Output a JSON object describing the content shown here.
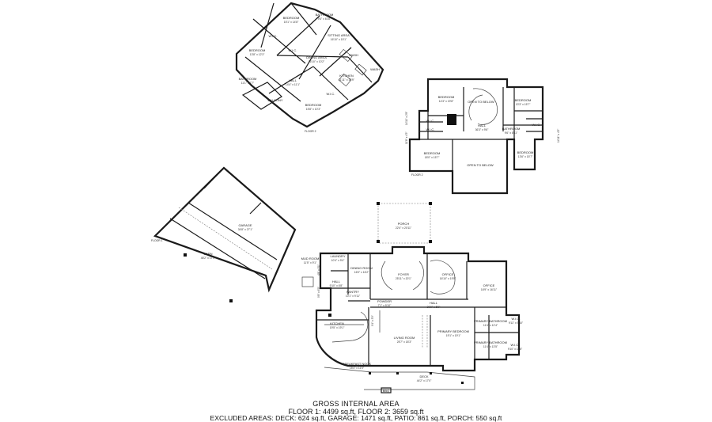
{
  "floors": {
    "floor2_unit": "FLOOR 2",
    "floor2": "FLOOR 2",
    "floor1": "FLOOR 1"
  },
  "rooms": {
    "u_bed1": {
      "name": "BEDROOM",
      "dim": "15'1\" x 14'8\""
    },
    "u_bath1": {
      "name": "BATHROOM",
      "dim": "9'4\" x 6'10\""
    },
    "u_wic1": {
      "name": "W.I.C.",
      "dim": ""
    },
    "u_bed2": {
      "name": "BEDROOM",
      "dim": "13'8\" x 12'3\""
    },
    "u_wic2": {
      "name": "W.I.C.",
      "dim": ""
    },
    "u_sitting": {
      "name": "SITTING AREA",
      "dim": "16'10\" x 15'1\""
    },
    "u_dining": {
      "name": "DINING AREA",
      "dim": "16'10\" x 10'2\""
    },
    "u_wash": {
      "name": "WASH",
      "dim": ""
    },
    "u_bath2": {
      "name": "BATHROOM",
      "dim": "11'1\" x 7'7\""
    },
    "u_hall": {
      "name": "HALL",
      "dim": "14'4\" x 11'1\""
    },
    "u_kitchen": {
      "name": "KITCHEN",
      "dim": "11'11\" x 13'9\""
    },
    "u_wash2": {
      "name": "WASH",
      "dim": ""
    },
    "u_wic3": {
      "name": "W.I.C.",
      "dim": ""
    },
    "u_balcony": {
      "name": "BALCONY",
      "dim": ""
    },
    "u_bed3": {
      "name": "BEDROOM",
      "dim": "15'8\" x 10'3\""
    },
    "f2_bed1": {
      "name": "BEDROOM",
      "dim": "14'3\" x 19'8\""
    },
    "f2_open1": {
      "name": "OPEN TO BELOW",
      "dim": ""
    },
    "f2_bed2": {
      "name": "BEDROOM",
      "dim": "13'3\" x 15'7\""
    },
    "f2_hall": {
      "name": "HALL",
      "dim": "36'3\" x 9'6\""
    },
    "f2_bath1": {
      "name": "BATHROOM",
      "dim": "9'6\" x 8'11\""
    },
    "f2_wic1": {
      "name": "W.I.C.",
      "dim": ""
    },
    "f2_wic2": {
      "name": "W.I.C.",
      "dim": ""
    },
    "f2_wic3": {
      "name": "W.I.C.",
      "dim": ""
    },
    "f2_bed3": {
      "name": "BEDROOM",
      "dim": "18'0\" x 15'7\""
    },
    "f2_open2": {
      "name": "OPEN TO BELOW",
      "dim": ""
    },
    "f2_bed4": {
      "name": "BEDROOM",
      "dim": "13'6\" x 15'7\""
    },
    "f1_garage": {
      "name": "GARAGE",
      "dim": "34'8\" x 27'1\""
    },
    "f1_barn": {
      "name": "BARN",
      "dim": "48'2\" x 17'4\""
    },
    "f1_porch": {
      "name": "PORCH",
      "dim": "22'4\" x 20'11\""
    },
    "f1_mud": {
      "name": "MUD ROOM",
      "dim": "11'5\" x 9'1\""
    },
    "f1_laundry": {
      "name": "LAUNDRY",
      "dim": "10'4\" x 9'4\""
    },
    "f1_dining": {
      "name": "DINING ROOM",
      "dim": "16'0\" x 16'2\""
    },
    "f1_foyer": {
      "name": "FOYER",
      "dim": "25'11\" x 20'1\""
    },
    "f1_office1": {
      "name": "OFFICE",
      "dim": "16'10\" x 19'5\""
    },
    "f1_office2": {
      "name": "OFFICE",
      "dim": "16'9\" x 16'11\""
    },
    "f1_hall1": {
      "name": "HALL",
      "dim": "9'10\" x 6'8\""
    },
    "f1_pantry": {
      "name": "PANTRY",
      "dim": "10'1\" x 9'11\""
    },
    "f1_powder": {
      "name": "POWDER",
      "dim": "7'1\" x 5'10\""
    },
    "f1_hall2": {
      "name": "HALL",
      "dim": "30'9\" x 5'9\""
    },
    "f1_kitchen": {
      "name": "KITCHEN",
      "dim": "19'5\" x 19'1\""
    },
    "f1_living": {
      "name": "LIVING ROOM",
      "dim": "25'7\" x 18'3\""
    },
    "f1_pbed": {
      "name": "PRIMARY BEDROOM",
      "dim": "19'1\" x 19'1\""
    },
    "f1_pbath1": {
      "name": "PRIMARY BATHROOM",
      "dim": "11'4\" x 12'4\""
    },
    "f1_wic1": {
      "name": "W.I.C.",
      "dim": "9'11\" x 9'10\""
    },
    "f1_pbath2": {
      "name": "PRIMARY BATHROOM",
      "dim": "11'4\" x 13'5\""
    },
    "f1_wic2": {
      "name": "W.I.C.",
      "dim": "9'10\" x 11'6\""
    },
    "f1_breakfast": {
      "name": "BREAKFAST NOOK",
      "dim": "15'4\" x 11'0\""
    },
    "f1_deck": {
      "name": "DECK",
      "dim": "44'2\" x 17'0\""
    },
    "f1_bbq": {
      "name": "BBQ",
      "dim": ""
    }
  },
  "dims": {
    "a": "14'11\" x 2'8\"",
    "b": "11'8\" x 4'5\"",
    "c": "14'11\" x 4'5\"",
    "d": "4'8\" x 3'1\"",
    "e": "9'8\" x 6'5\"",
    "f": "9'4\" x 3'9\""
  },
  "summary": {
    "title": "GROSS INTERNAL AREA",
    "floors": "FLOOR 1: 4499 sq.ft, FLOOR 2: 3659 sq.ft",
    "excluded": "EXCLUDED AREAS: DECK: 624 sq.ft, GARAGE: 1471 sq.ft, PATIO: 861 sq.ft, PORCH: 550 sq.ft"
  }
}
